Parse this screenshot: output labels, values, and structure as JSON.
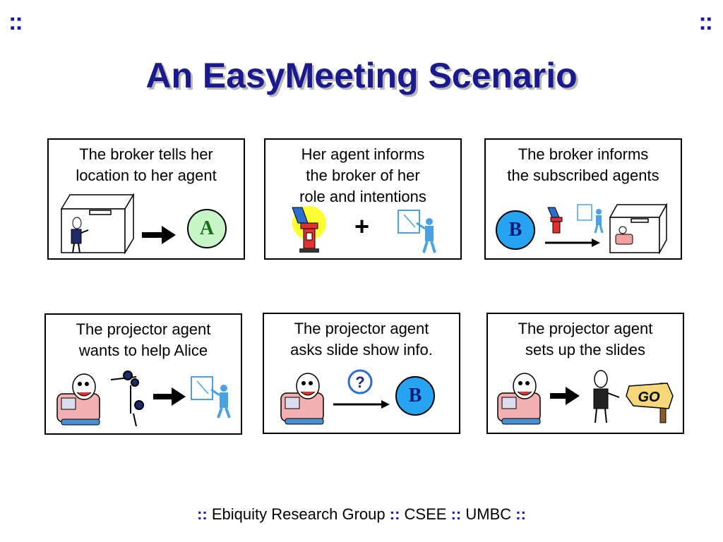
{
  "slide": {
    "corner_left": "::",
    "corner_right": "::",
    "title": "An EasyMeeting Scenario"
  },
  "panels": [
    {
      "caption": "The broker tells her\nlocation to her agent",
      "badge": "A"
    },
    {
      "caption": "Her agent informs\nthe broker of her\nrole and  intentions",
      "plus": "+"
    },
    {
      "caption": "The broker informs\nthe subscribed agents",
      "badge": "B"
    },
    {
      "caption": "The projector agent\nwants to help Alice"
    },
    {
      "caption": "The projector agent\nasks slide show info.",
      "badge": "B",
      "bubble": "?"
    },
    {
      "caption": "The projector agent\nsets up the slides",
      "sign": "GO"
    }
  ],
  "footer": {
    "sep": "::",
    "group": "Ebiquity Research Group",
    "dept": "CSEE",
    "univ": "UMBC"
  },
  "colors": {
    "title": "#1a1a8c",
    "accent": "#1a1aa6",
    "badge_a": "#c8f5c8",
    "badge_b": "#27a4f0"
  }
}
